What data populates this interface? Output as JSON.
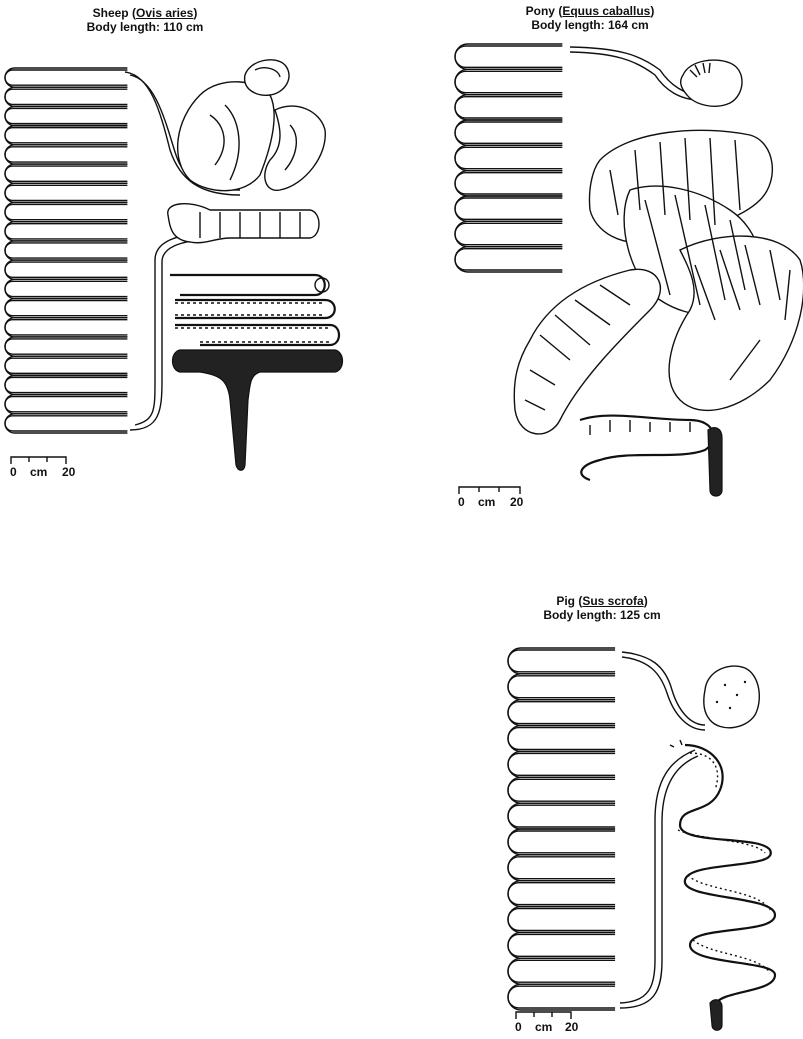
{
  "panels": {
    "sheep": {
      "common_name": "Sheep",
      "scientific_name": "Ovis aries",
      "body_length": "Body length: 110 cm",
      "scale": {
        "start": "0",
        "unit": "cm",
        "end": "20"
      }
    },
    "pony": {
      "common_name": "Pony",
      "scientific_name": "Equus caballus",
      "body_length": "Body length: 164 cm",
      "scale": {
        "start": "0",
        "unit": "cm",
        "end": "20"
      }
    },
    "pig": {
      "common_name": "Pig",
      "scientific_name": "Sus scrofa",
      "body_length": "Body length: 125 cm",
      "scale": {
        "start": "0",
        "unit": "cm",
        "end": "20"
      }
    }
  },
  "icons": {
    "small_intestine": "coiled-intestine-icon",
    "stomach": "stomach-icon",
    "large_intestine": "large-intestine-icon"
  }
}
